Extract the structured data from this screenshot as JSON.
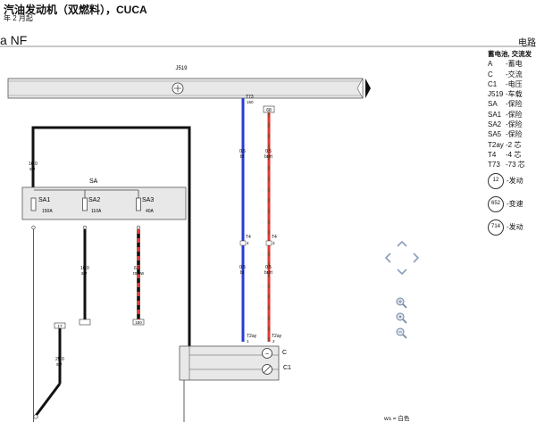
{
  "header": {
    "title": "汽油发动机（双燃料），CUCA",
    "subtitle": "年 2 月起"
  },
  "page": {
    "name": "a NF",
    "tag": "电路"
  },
  "components": {
    "j519": "J519",
    "sa": "SA",
    "sa1": "SA1",
    "sa2": "SA2",
    "sa3": "SA3",
    "sa1_amp": "150A",
    "sa2_amp": "110A",
    "sa3_amp": "40A",
    "t73": "T73",
    "t73_pin": "150",
    "pin68": "68",
    "t4a": "T4",
    "t4a_pin": "4",
    "t4b": "T4",
    "t4b_pin": "3",
    "t2ay_a": "T2ay",
    "t2ay_a_pin": "1",
    "t2ay_b": "T2ay",
    "t2ay_b_pin": "2",
    "c": "C",
    "c1": "C1",
    "term17": "17",
    "term150": "150"
  },
  "wires": {
    "w_main": {
      "size": "16.0",
      "color": "sw"
    },
    "w_sa2": {
      "size": "16.0",
      "color": "sw"
    },
    "w_sa3": {
      "size": "6.0",
      "color": "ro/sw"
    },
    "w_bottom": {
      "size": "25.0",
      "color": "sw"
    },
    "w_blue_top": {
      "size": "0.5",
      "color": "bl"
    },
    "w_red_top": {
      "size": "0.5",
      "color": "br/rt"
    },
    "w_blue_mid": {
      "size": "0.5",
      "color": "bl"
    },
    "w_red_mid": {
      "size": "0.5",
      "color": "br/rt"
    }
  },
  "legend": {
    "heading": "蓄电池, 交流发",
    "rows": [
      {
        "code": "A",
        "desc": "-蓄电"
      },
      {
        "code": "C",
        "desc": "-交流"
      },
      {
        "code": "C1",
        "desc": "-电压"
      },
      {
        "code": "J519",
        "desc": "-车载"
      },
      {
        "code": "SA",
        "desc": "-保险"
      },
      {
        "code": "SA1",
        "desc": "-保险"
      },
      {
        "code": "SA2",
        "desc": "-保险"
      },
      {
        "code": "SA5",
        "desc": "-保险"
      },
      {
        "code": "T2ay",
        "desc": "-2 芯"
      },
      {
        "code": "T4",
        "desc": "-4 芯"
      },
      {
        "code": "T73",
        "desc": "-73 芯"
      }
    ],
    "circles": [
      {
        "num": "12",
        "desc": "-发动"
      },
      {
        "num": "652",
        "desc": "-变速"
      },
      {
        "num": "714",
        "desc": "-发动"
      }
    ]
  },
  "footer": {
    "note": "ws = 白色"
  },
  "colors": {
    "wire_blue": "#2a3ad6",
    "wire_red": "#e23a33",
    "wire_black": "#111111",
    "component_fill": "#e8e8e8"
  },
  "icons": {
    "nav_up": "chevron-up-icon",
    "nav_down": "chevron-down-icon",
    "nav_left": "chevron-left-icon",
    "nav_right": "chevron-right-icon",
    "zoom_in": "zoom-in-icon",
    "zoom_reset": "zoom-reset-icon",
    "zoom_out": "zoom-out-icon"
  }
}
